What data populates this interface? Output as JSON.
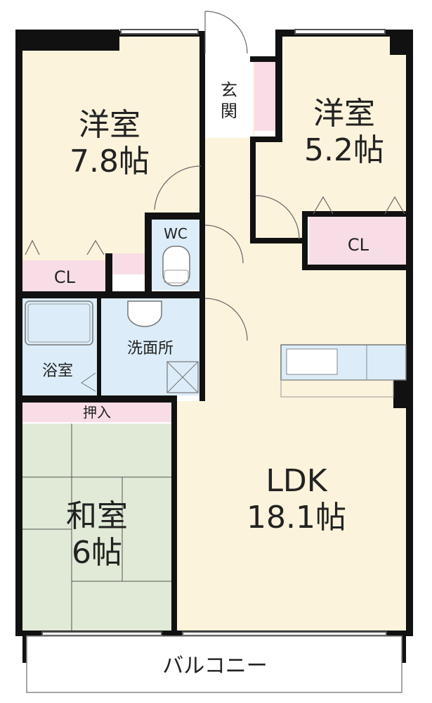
{
  "floor_plan": {
    "rooms": {
      "western_room_1": {
        "name": "洋室",
        "size": "7.8帖"
      },
      "western_room_2": {
        "name": "洋室",
        "size": "5.2帖"
      },
      "japanese_room": {
        "name": "和室",
        "size": "6帖"
      },
      "ldk": {
        "name": "LDK",
        "size": "18.1帖"
      }
    },
    "labels": {
      "entrance": "玄関",
      "entrance_char_1": "玄",
      "entrance_char_2": "関",
      "wc": "WC",
      "closet_1": "CL",
      "closet_2": "CL",
      "bathroom": "浴室",
      "washroom": "洗面所",
      "oshiire": "押入",
      "balcony": "バルコニー"
    },
    "colors": {
      "western_room": "#fcf3dc",
      "ldk": "#fcf3dc",
      "closet": "#f9dde6",
      "wet_area": "#dcedf9",
      "tatami": "#e0ead6",
      "wall": "#111111",
      "balcony": "#ffffff"
    }
  }
}
